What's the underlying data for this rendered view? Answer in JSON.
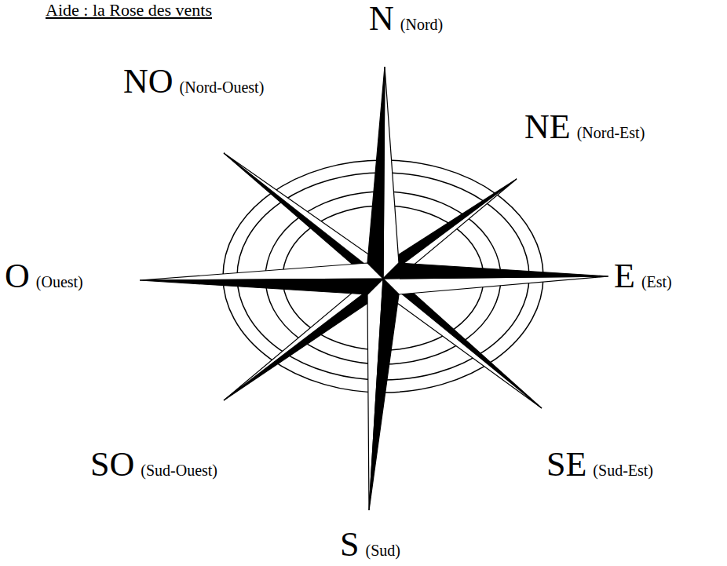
{
  "diagram": {
    "title": "Aide : la Rose des vents",
    "labels": [
      "N",
      "(Nord)",
      "NO",
      "(Nord-Ouest)",
      "NE",
      "(Nord-Est)",
      "O",
      "(Ouest)",
      "E",
      "(Est)",
      "SO",
      "(Sud-Ouest)",
      "SE",
      "(Sud-Est)",
      "S",
      "(Sud)"
    ]
  }
}
